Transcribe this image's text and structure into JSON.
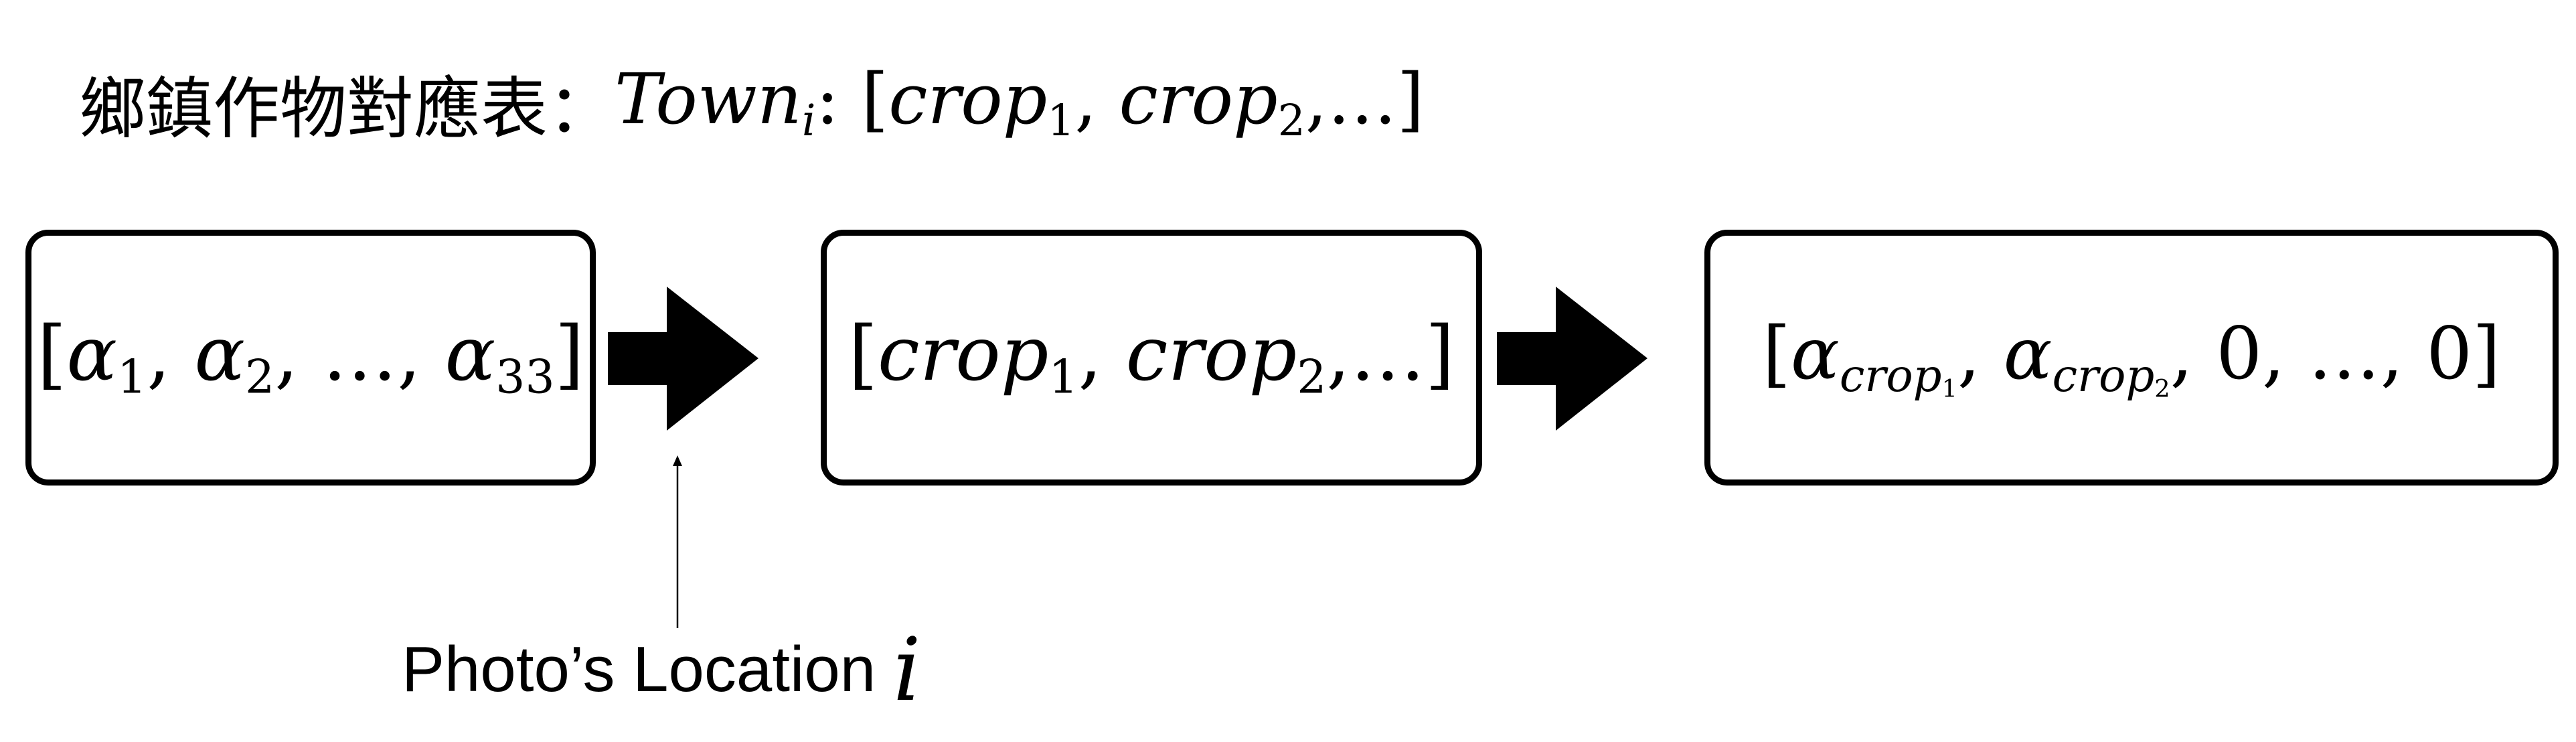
{
  "header": {
    "label": "鄉鎮作物對應表：",
    "town_symbol": "Town",
    "town_index": "i",
    "mapping_colon": ":",
    "crop_list": {
      "open": "[",
      "item1": "crop",
      "sub1": "1",
      "comma1": ", ",
      "item2": "crop",
      "sub2": "2",
      "tail": ",…]"
    }
  },
  "steps": {
    "alpha_vector": {
      "open": "[",
      "a1": "α",
      "s1": "1",
      "c1": ", ",
      "a2": "α",
      "s2": "2",
      "mid": ", …, ",
      "a3": "α",
      "s3": "33",
      "close": "]"
    },
    "crop_list": {
      "open": "[",
      "item1": "crop",
      "sub1": "1",
      "comma1": ", ",
      "item2": "crop",
      "sub2": "2",
      "tail": ",…]"
    },
    "masked_vector": {
      "open": "[",
      "a1": "α",
      "sub1": "crop",
      "subsub1": "1",
      "c1": ", ",
      "a2": "α",
      "sub2": "crop",
      "subsub2": "2",
      "tail": ", 0, …, 0]"
    }
  },
  "location_caption": {
    "text": "Photo’s Location",
    "variable": "i"
  },
  "colors": {
    "stroke": "#000000",
    "background": "#ffffff"
  },
  "icons": [
    "right-arrow-icon",
    "right-arrow-icon",
    "up-pointer-arrow-icon"
  ]
}
